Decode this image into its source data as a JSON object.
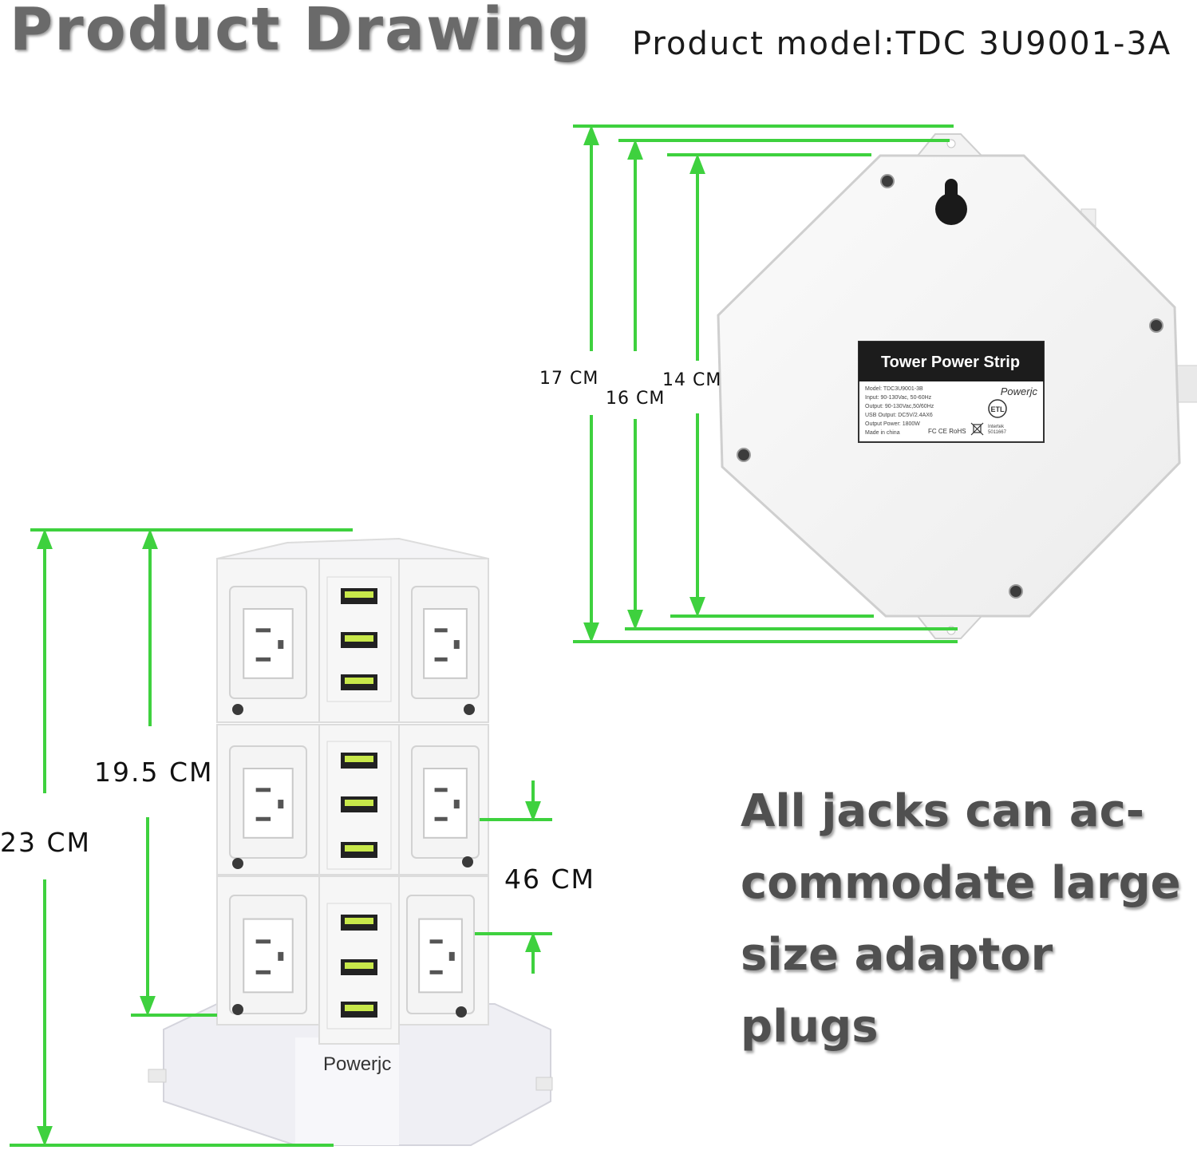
{
  "header": {
    "title": "Product Drawing",
    "model_label": "Product model:TDC 3U9001-3A"
  },
  "top_view_dimensions": {
    "outer": "17 CM",
    "middle": "16 CM",
    "inner": "14 CM"
  },
  "side_view_dimensions": {
    "total_height": "23 CM",
    "tower_height": "19.5 CM",
    "outlet_spacing": "46 CM"
  },
  "product_label": {
    "title": "Tower Power Strip",
    "brand": "Powerjc",
    "lines": [
      "Model: TDC3U9001-3B",
      "Input: 90-130Vac, 50-60Hz",
      "Output: 90-130Vac,50/60Hz",
      "USB Output: DC5V/2.4AX6",
      "Output Power: 1800W",
      "Made in china"
    ],
    "cert_marks": "FC  CE  RoHS",
    "etl_mark": "ETL",
    "intertek": "Intertek",
    "intertek_number": "5011667"
  },
  "base_brand": "Powerjc",
  "feature_note": {
    "lines": [
      "All jacks can ac-",
      "commodate large",
      "size adaptor plugs"
    ]
  },
  "colors": {
    "dimension_line": "#3ed13e",
    "device_body": "#f3f3f3",
    "label_dark": "#1c1c1c",
    "usb_insert": "#c8e84a"
  }
}
